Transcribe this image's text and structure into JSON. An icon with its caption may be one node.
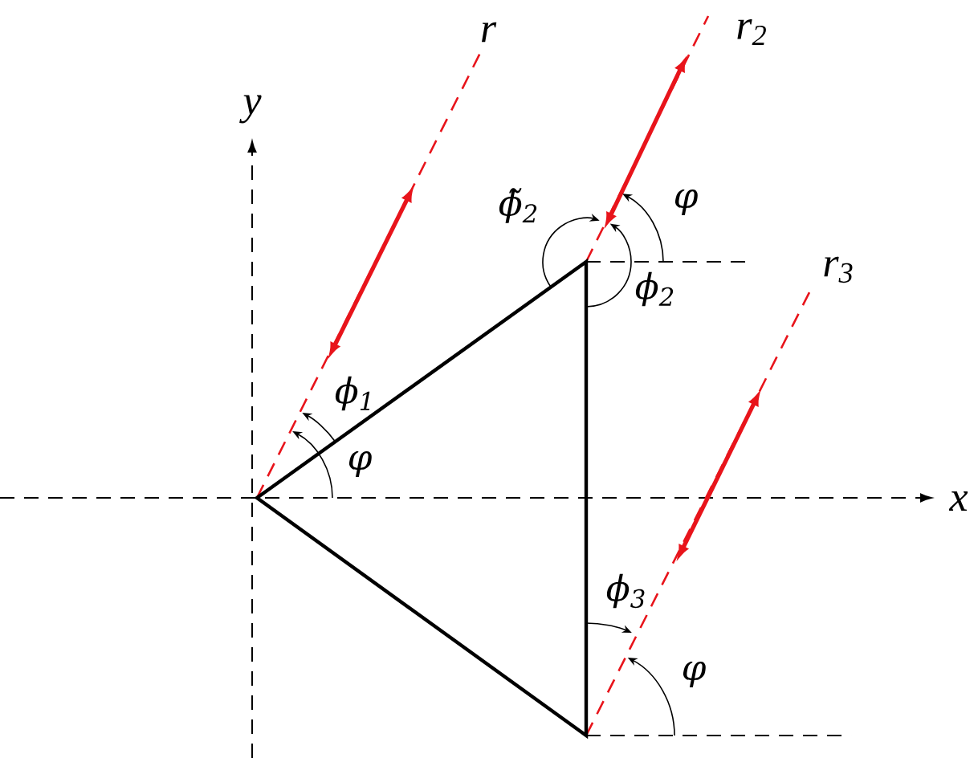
{
  "diagram": {
    "labels": [
      "r",
      "r$_{2}$",
      "y",
      "ϕ̃$_{2}$",
      "φ",
      "r$_{3}$",
      "ϕ$_{2}$",
      "ϕ$_{1}$",
      "φ",
      "x",
      "ϕ$_{3}$",
      "φ"
    ]
  }
}
